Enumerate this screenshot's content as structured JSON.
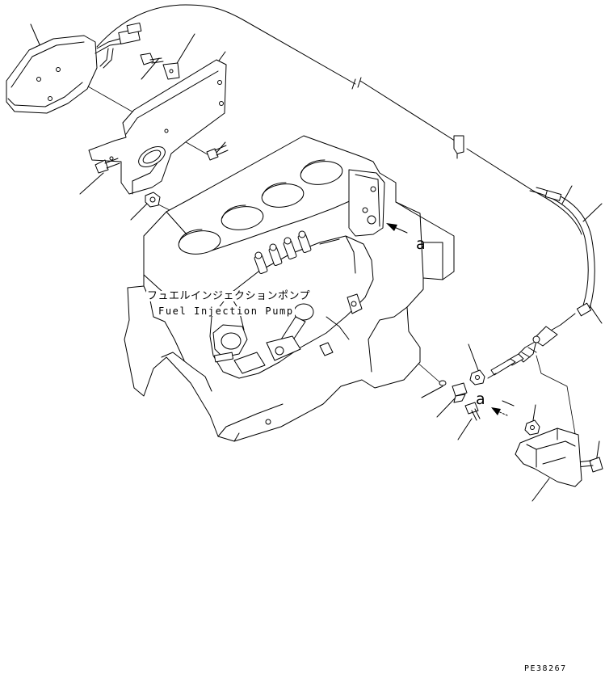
{
  "diagram": {
    "part_label_jp": "フュエルインジェクションポンプ",
    "part_label_en": "Fuel Injection Pump",
    "ref_mark_top": "a",
    "ref_mark_bottom": "a",
    "figure_code": "PE38267"
  }
}
